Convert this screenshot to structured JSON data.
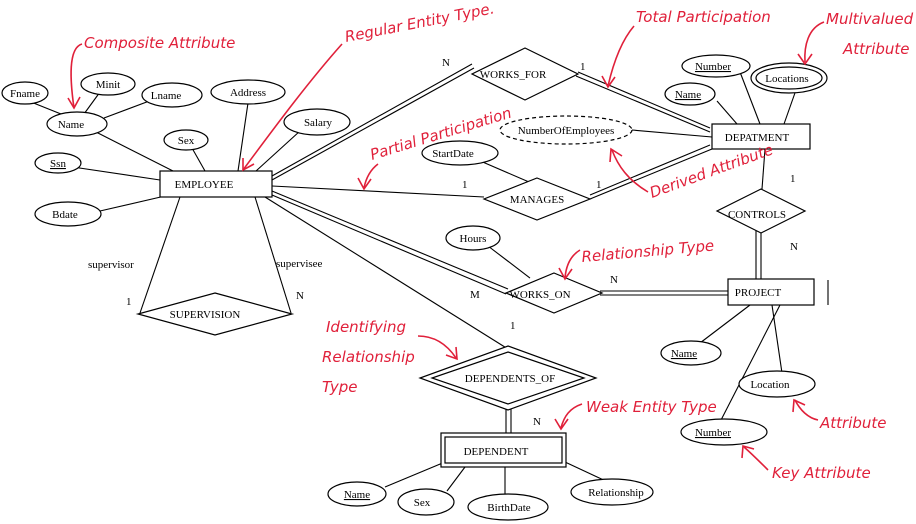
{
  "entities": {
    "employee": "EMPLOYEE",
    "department": "DEPATMENT",
    "project": "PROJECT",
    "dependent": "DEPENDENT"
  },
  "relationships": {
    "works_for": "WORKS_FOR",
    "manages": "MANAGES",
    "controls": "CONTROLS",
    "works_on": "WORKS_ON",
    "supervision": "SUPERVISION",
    "dependents_of": "DEPENDENTS_OF"
  },
  "attributes": {
    "fname": "Fname",
    "minit": "Minit",
    "lname": "Lname",
    "name": "Name",
    "address": "Address",
    "sex": "Sex",
    "salary": "Salary",
    "ssn": "Ssn",
    "bdate": "Bdate",
    "dept_number": "Number",
    "dept_name": "Name",
    "locations": "Locations",
    "number_of_employees": "NumberOfEmployees",
    "start_date": "StartDate",
    "hours": "Hours",
    "project_name": "Name",
    "project_location": "Location",
    "project_number": "Number",
    "dependent_name": "Name",
    "dependent_sex": "Sex",
    "birth_date": "BirthDate",
    "relationship": "Relationship"
  },
  "roles": {
    "supervisor": "supervisor",
    "supervisee": "supervisee"
  },
  "cardinalities": {
    "works_for_emp": "N",
    "works_for_dept": "1",
    "manages_emp": "1",
    "manages_dept": "1",
    "controls_dept": "1",
    "controls_proj": "N",
    "works_on_emp": "M",
    "works_on_proj": "N",
    "supervision_supervisor": "1",
    "supervision_supervisee": "N",
    "dependents_of_emp": "1",
    "dependents_of_dep": "N"
  },
  "annotations": {
    "composite_attribute": "Composite Attribute",
    "regular_entity_type": "Regular Entity Type.",
    "total_participation": "Total Participation",
    "multivalued_line1": "Multivalued",
    "multivalued_line2": "Attribute",
    "partial_participation": "Partial Participation",
    "derived_attribute": "Derived Attribute",
    "relationship_type": "Relationship Type",
    "identifying_line1": "Identifying",
    "identifying_line2": "Relationship",
    "identifying_line3": "Type",
    "weak_entity_type": "Weak Entity Type",
    "attribute": "Attribute",
    "key_attribute": "Key Attribute"
  },
  "colors": {
    "annotation": "#e0203a",
    "diagram": "#000000"
  }
}
